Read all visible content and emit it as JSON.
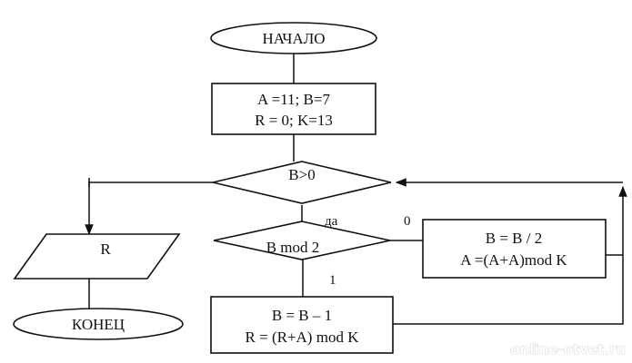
{
  "flowchart": {
    "start": "НАЧАЛО",
    "init_line1": "A =11; B=7",
    "init_line2": "R = 0; K=13",
    "cond_main": "B>0",
    "cond_mod": "B mod 2",
    "label_yes": "да",
    "label_zero": "0",
    "label_one": "1",
    "even_line1": "B = B / 2",
    "even_line2": "A =(A+A)mod K",
    "odd_line1": "B = B – 1",
    "odd_line2": "R = (R+A) mod K",
    "output": "R",
    "end": "КОНЕЦ"
  },
  "watermark": "online-otvet.ru"
}
